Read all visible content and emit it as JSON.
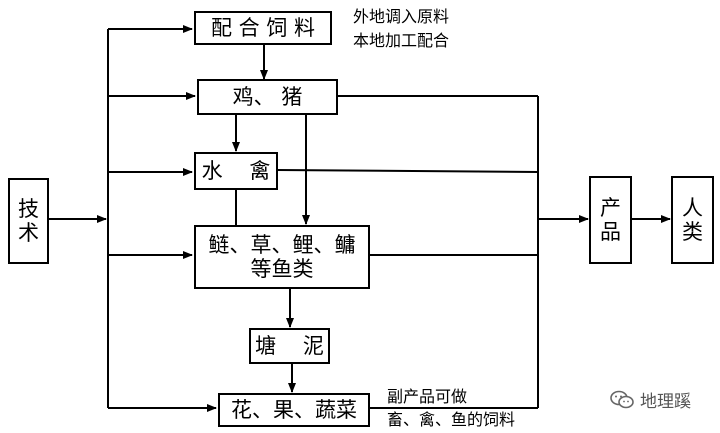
{
  "nodes": {
    "tech": "技\n术",
    "feed": "配 合 饲 料",
    "chicken_pig": "鸡、 猪",
    "waterfowl": "水    禽",
    "fish": "鲢、草、鲤、鳙\n等鱼类",
    "mud": "塘    泥",
    "crops": "花、果、蔬菜",
    "product": "产\n品",
    "human": "人\n类"
  },
  "notes": {
    "feed_source_1": "外地调入原料",
    "feed_source_2": "本地加工配合",
    "byproduct_1": "副产品可做",
    "byproduct_2": "畜、禽、鱼的饲料"
  },
  "watermark": {
    "text": "地理蹊",
    "icon": "wechat-icon"
  }
}
